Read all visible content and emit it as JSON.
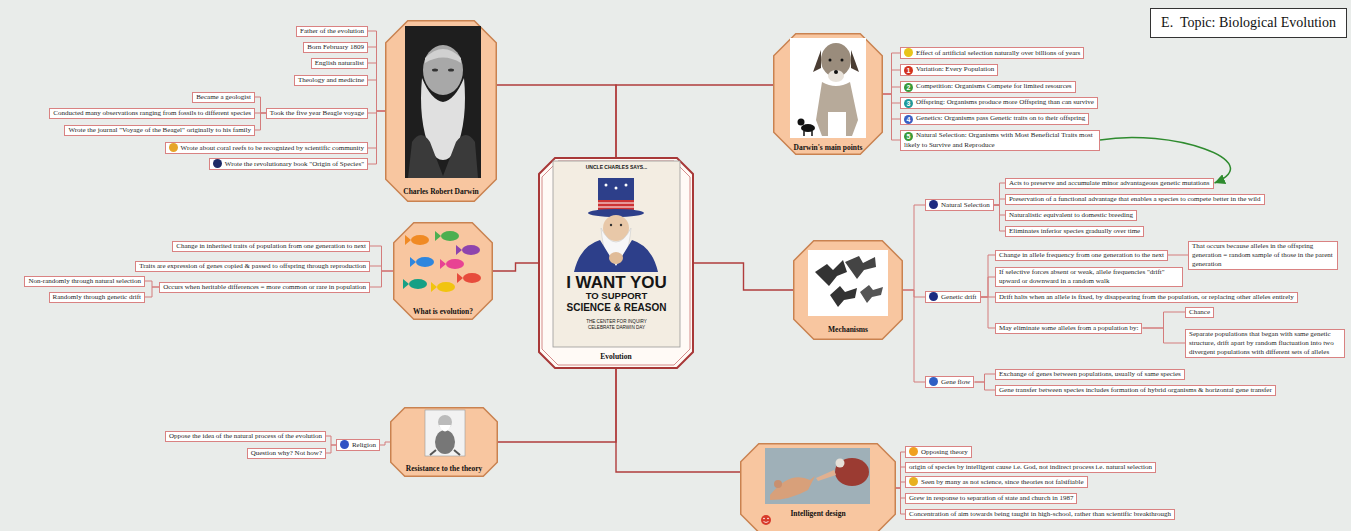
{
  "diagram": {
    "title": "E.  Topic: Biological Evolution",
    "nodes": [
      {
        "text": [
          "Evolution"
        ]
      },
      {
        "text": [
          "Charles Robert Darwin"
        ]
      },
      {
        "text": [
          "Father of the evolution"
        ]
      },
      {
        "text": [
          "Born February 1809"
        ]
      },
      {
        "text": [
          "English naturalist"
        ]
      },
      {
        "text": [
          "Theology and medicine"
        ]
      },
      {
        "text": [
          "Took the five year Beagle voyage"
        ]
      },
      {
        "text": [
          "Became a geologist"
        ]
      },
      {
        "text": [
          "Conducted many observations ranging from fossils to different species"
        ]
      },
      {
        "text": [
          "Wrote the journal \"Voyage of the Beagel\" originally to his family"
        ]
      },
      {
        "text": [
          "Wrote about coral reefs to be recognized by scientific community"
        ]
      },
      {
        "text": [
          "Wrote the revolutionary book \"Origin of Species\""
        ]
      },
      {
        "text": [
          "What is evolution?"
        ]
      },
      {
        "text": [
          "Change in inherited traits of population from one generation to next"
        ]
      },
      {
        "text": [
          "Traits are expression of genes copied & passed to offspring through reproduction"
        ]
      },
      {
        "text": [
          "Occurs when heritable differences = more common or rare in population"
        ]
      },
      {
        "text": [
          "Non-randomly through natural selection"
        ]
      },
      {
        "text": [
          "Randomly through genetic drift"
        ]
      },
      {
        "text": [
          "Resistance to the theory"
        ]
      },
      {
        "text": [
          "Religion"
        ]
      },
      {
        "text": [
          "Oppose the idea of the natural process of the evolution"
        ]
      },
      {
        "text": [
          "Question why? Not how?"
        ]
      },
      {
        "text": [
          "Darwin's main points"
        ]
      },
      {
        "text": [
          "Effect of artificial selection naturally over billions of years"
        ]
      },
      {
        "text": [
          "Variation: Every Population"
        ]
      },
      {
        "text": [
          "Competition: Organisms Compete for limited resources"
        ]
      },
      {
        "text": [
          "Offspring: Organisms produce more Offspring than can survive"
        ]
      },
      {
        "text": [
          "Genetics: Organisms pass Genetic traits on to their offspring"
        ]
      },
      {
        "text": [
          "Natural Selection: Organisms with Most Beneficial Traits most likely to Survive and Reproduce"
        ]
      },
      {
        "text": [
          "Mechanisms"
        ]
      },
      {
        "text": [
          "Natural Selection"
        ]
      },
      {
        "text": [
          "Acts to preserve and accumulate minor advantageous genetic mutations"
        ]
      },
      {
        "text": [
          "Preservation of a functional advantage that enables a species to compete better in the wild"
        ]
      },
      {
        "text": [
          "Naturalistic equivalent to domestic breeding"
        ]
      },
      {
        "text": [
          "Eliminates inferior species gradually over time"
        ]
      },
      {
        "text": [
          "Genetic drift"
        ]
      },
      {
        "text": [
          "Change in allele frequency from one generation to the next"
        ]
      },
      {
        "text": [
          "That occurs because alleles in the offspring generation = random sample of those in the parent generation"
        ]
      },
      {
        "text": [
          "If selective forces absent or weak, allele frequencies \"drift\" upward or downward in a random walk"
        ]
      },
      {
        "text": [
          "Drift halts when an allele is fixed, by disappearing from the population, or replacing other alleles entirely"
        ]
      },
      {
        "text": [
          "May eliminate some alleles from a population by:"
        ]
      },
      {
        "text": [
          "Chance"
        ]
      },
      {
        "text": [
          "Separate populations that began with same genetic structure, drift apart by random fluctuation into two divergent populations with different sets of alleles"
        ]
      },
      {
        "text": [
          "Gene flow"
        ]
      },
      {
        "text": [
          "Exchange of genes between populations, usually of same species"
        ]
      },
      {
        "text": [
          "Gene transfer between species includes formation of hybrid organisms & horizontal gene transfer"
        ]
      },
      {
        "text": [
          "Intelligent design"
        ]
      },
      {
        "text": [
          "Opposing theory"
        ]
      },
      {
        "text": [
          "origin of species by intelligent cause i.e. God, not indirect process i.e. natural selection"
        ]
      },
      {
        "text": [
          "Seen by many as not science, since theories not falsifiable"
        ]
      },
      {
        "text": [
          "Grew in response to separation of state and church in 1987"
        ]
      },
      {
        "text": [
          "Concentration of aim towards being taught in high-school, rather than scientific breakthrough"
        ]
      }
    ],
    "edges": [
      {
        "from": 0,
        "to": 1,
        "arrow": "none"
      },
      {
        "from": 0,
        "to": 12,
        "arrow": "none"
      },
      {
        "from": 0,
        "to": 18,
        "arrow": "none"
      },
      {
        "from": 0,
        "to": 22,
        "arrow": "none"
      },
      {
        "from": 0,
        "to": 29,
        "arrow": "none"
      },
      {
        "from": 0,
        "to": 46,
        "arrow": "none"
      },
      {
        "from": 1,
        "to": 2,
        "arrow": "none"
      },
      {
        "from": 1,
        "to": 3,
        "arrow": "none"
      },
      {
        "from": 1,
        "to": 4,
        "arrow": "none"
      },
      {
        "from": 1,
        "to": 5,
        "arrow": "none"
      },
      {
        "from": 1,
        "to": 6,
        "arrow": "none"
      },
      {
        "from": 6,
        "to": 7,
        "arrow": "none"
      },
      {
        "from": 6,
        "to": 8,
        "arrow": "none"
      },
      {
        "from": 6,
        "to": 9,
        "arrow": "none"
      },
      {
        "from": 1,
        "to": 10,
        "arrow": "none"
      },
      {
        "from": 1,
        "to": 11,
        "arrow": "none"
      },
      {
        "from": 12,
        "to": 13,
        "arrow": "none"
      },
      {
        "from": 12,
        "to": 14,
        "arrow": "none"
      },
      {
        "from": 12,
        "to": 15,
        "arrow": "none"
      },
      {
        "from": 15,
        "to": 16,
        "arrow": "none"
      },
      {
        "from": 15,
        "to": 17,
        "arrow": "none"
      },
      {
        "from": 18,
        "to": 19,
        "arrow": "none"
      },
      {
        "from": 19,
        "to": 20,
        "arrow": "none"
      },
      {
        "from": 19,
        "to": 21,
        "arrow": "none"
      },
      {
        "from": 22,
        "to": 23,
        "arrow": "none"
      },
      {
        "from": 22,
        "to": 24,
        "arrow": "none"
      },
      {
        "from": 22,
        "to": 25,
        "arrow": "none"
      },
      {
        "from": 22,
        "to": 26,
        "arrow": "none"
      },
      {
        "from": 22,
        "to": 27,
        "arrow": "none"
      },
      {
        "from": 22,
        "to": 28,
        "arrow": "none"
      },
      {
        "from": 28,
        "to": 31,
        "arrow": "to"
      },
      {
        "from": 29,
        "to": 30,
        "arrow": "none"
      },
      {
        "from": 29,
        "to": 35,
        "arrow": "none"
      },
      {
        "from": 29,
        "to": 43,
        "arrow": "none"
      },
      {
        "from": 30,
        "to": 31,
        "arrow": "none"
      },
      {
        "from": 30,
        "to": 32,
        "arrow": "none"
      },
      {
        "from": 30,
        "to": 33,
        "arrow": "none"
      },
      {
        "from": 30,
        "to": 34,
        "arrow": "none"
      },
      {
        "from": 35,
        "to": 36,
        "arrow": "none"
      },
      {
        "from": 36,
        "to": 37,
        "arrow": "none"
      },
      {
        "from": 35,
        "to": 38,
        "arrow": "none"
      },
      {
        "from": 35,
        "to": 39,
        "arrow": "none"
      },
      {
        "from": 35,
        "to": 40,
        "arrow": "none"
      },
      {
        "from": 40,
        "to": 41,
        "arrow": "none"
      },
      {
        "from": 40,
        "to": 42,
        "arrow": "none"
      },
      {
        "from": 43,
        "to": 44,
        "arrow": "none"
      },
      {
        "from": 43,
        "to": 45,
        "arrow": "none"
      },
      {
        "from": 46,
        "to": 47,
        "arrow": "none"
      },
      {
        "from": 46,
        "to": 48,
        "arrow": "none"
      },
      {
        "from": 46,
        "to": 49,
        "arrow": "none"
      },
      {
        "from": 46,
        "to": 50,
        "arrow": "none"
      },
      {
        "from": 46,
        "to": 51,
        "arrow": "none"
      }
    ],
    "labels": [
      "1",
      "2",
      "3",
      "4",
      "5",
      "UNCLE CHARLES SAYS...",
      "I WANT YOU",
      "TO SUPPORT",
      "SCIENCE & REASON",
      "THE CENTER FOR INQUIRY",
      "CELEBRATE DARWIN DAY"
    ]
  }
}
